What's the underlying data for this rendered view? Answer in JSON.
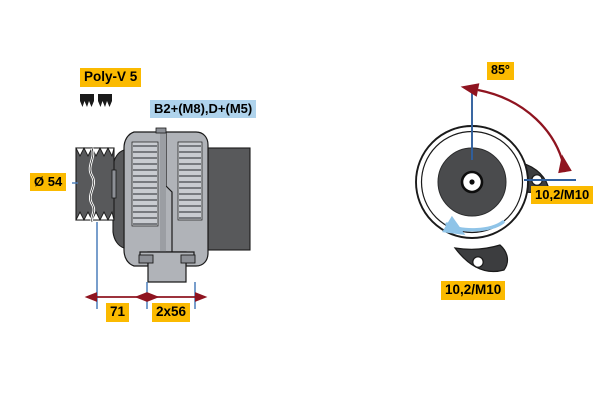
{
  "drawing": {
    "title": "Alternator dimensional drawing",
    "background_color": "#ffffff",
    "views": [
      {
        "name": "side-view",
        "position": "left"
      },
      {
        "name": "end-view",
        "position": "right"
      }
    ]
  },
  "colors": {
    "callout_yellow": "#fbba00",
    "callout_blue": "#afd3ec",
    "dimension_line": "#8f1420",
    "extension_line": "#4a7ebb",
    "rotation_arrow": "#8fc4e8",
    "body_light": "#b0b3b8",
    "body_mid": "#8d9096",
    "body_dark": "#58595b",
    "outline": "#1a1a1a"
  },
  "callouts": {
    "belt_type": "Poly-V 5",
    "terminals": "B2+(M8),D+(M5)",
    "pulley_diameter": "Ø 54",
    "dim_pulley_to_body": "71",
    "dim_mount_span": "2x56",
    "mount_angle": "85°",
    "mount_thread_right": "10,2/M10",
    "mount_thread_bottom": "10,2/M10"
  },
  "icons": {
    "belt_profile": "poly-v-belt-profile-icon",
    "rotation": "counter-clockwise-rotation-arrow-icon"
  },
  "dimensions": {
    "type": "linear",
    "entries": [
      {
        "label": "71",
        "from": "pulley-centerline",
        "to": "mount-face-1"
      },
      {
        "label": "2x56",
        "from": "mount-face-1",
        "to": "mount-face-2"
      }
    ]
  },
  "angle_dimension": {
    "label": "85°",
    "from": "vertical-centerline",
    "to": "right-mounting-lug",
    "direction": "clockwise"
  }
}
